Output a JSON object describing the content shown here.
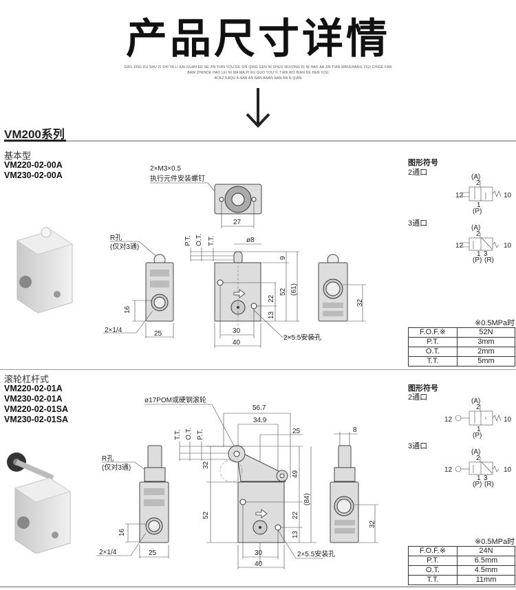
{
  "header": {
    "title": "产品尺寸详情",
    "subtitle_lines": [
      "GAO JING DU SHU ZI SHI YA LI KAI GUAN ER SE JIN TIAN YOU GE SHI QING GEN NI SHUO NIXIONG DI NI HAO AA JIN TIAN WANSHANG YIQI CHIGE FAN",
      "BAW ZHENDE HAO LEI NI MA MA PI RU GUO YOU YI TIAN WO BIAN DE HEN YOU",
      "ACKZ KAQU A NAN AN NAN ANAN NAN AN N QIAN"
    ]
  },
  "series_title": "VM200系列",
  "sections": [
    {
      "type": "基本型",
      "models": [
        "VM220-02-00A",
        "VM230-02-00A"
      ],
      "symbol": {
        "title": "图形符号",
        "two_port": "2通口",
        "three_port": "3通口",
        "labels": {
          "A": "(A)",
          "P": "(P)",
          "R": "(R)",
          "n2": "2",
          "n1": "1",
          "n3": "3",
          "n12": "12",
          "n10": "10"
        }
      },
      "note": "※0.5MPa时",
      "spec": [
        [
          "F.O.F.※",
          "52N"
        ],
        [
          "P.T.",
          "3mm"
        ],
        [
          "O.T.",
          "2mm"
        ],
        [
          "T.T.",
          "5mm"
        ]
      ],
      "drawing": {
        "screw": "2×M3×0.5",
        "screw_desc": "执行元件安装螺钉",
        "r_hole": "R孔",
        "r_hole_note": "(仅对3通)",
        "pt": "P.T.",
        "ot": "O.T.",
        "tt": "T.T.",
        "d8": "ø8",
        "port": "2×1/4",
        "mount": "2×5.5安装孔",
        "d27": "27",
        "d9": "9",
        "d22": "22",
        "d52": "52",
        "d61": "(61)",
        "d13": "13",
        "d16": "16",
        "d25": "25",
        "d30": "30",
        "d40": "40",
        "d32": "32"
      }
    },
    {
      "type": "滚轮杠杆式",
      "models": [
        "VM220-02-01A",
        "VM230-02-01A",
        "VM220-02-01SA",
        "VM230-02-01SA"
      ],
      "symbol": {
        "title": "图形符号",
        "two_port": "2通口",
        "three_port": "3通口",
        "labels": {
          "A": "(A)",
          "P": "(P)",
          "R": "(R)",
          "n2": "2",
          "n1": "1",
          "n3": "3",
          "n12": "12",
          "n10": "10"
        }
      },
      "note": "※0.5MPa时",
      "spec": [
        [
          "F.O.F.※",
          "24N"
        ],
        [
          "P.T.",
          "6.5mm"
        ],
        [
          "O.T.",
          "4.5mm"
        ],
        [
          "T.T.",
          "11mm"
        ]
      ],
      "drawing": {
        "roller": "ø17POM或硬钢滚轮",
        "r_hole": "R孔",
        "r_hole_note": "(仅对3通)",
        "pt": "P.T.",
        "ot": "O.T.",
        "tt": "T.T.",
        "port": "2×1/4",
        "mount": "2×5.5安装孔",
        "d567": "56.7",
        "d349": "34.9",
        "d25": "25",
        "d8": "8",
        "d32a": "32",
        "d49": "49",
        "d84": "(84)",
        "d52": "52",
        "d22": "22",
        "d13": "13",
        "d16": "16",
        "d25b": "25",
        "d30": "30",
        "d40": "40",
        "d32": "32"
      }
    }
  ]
}
